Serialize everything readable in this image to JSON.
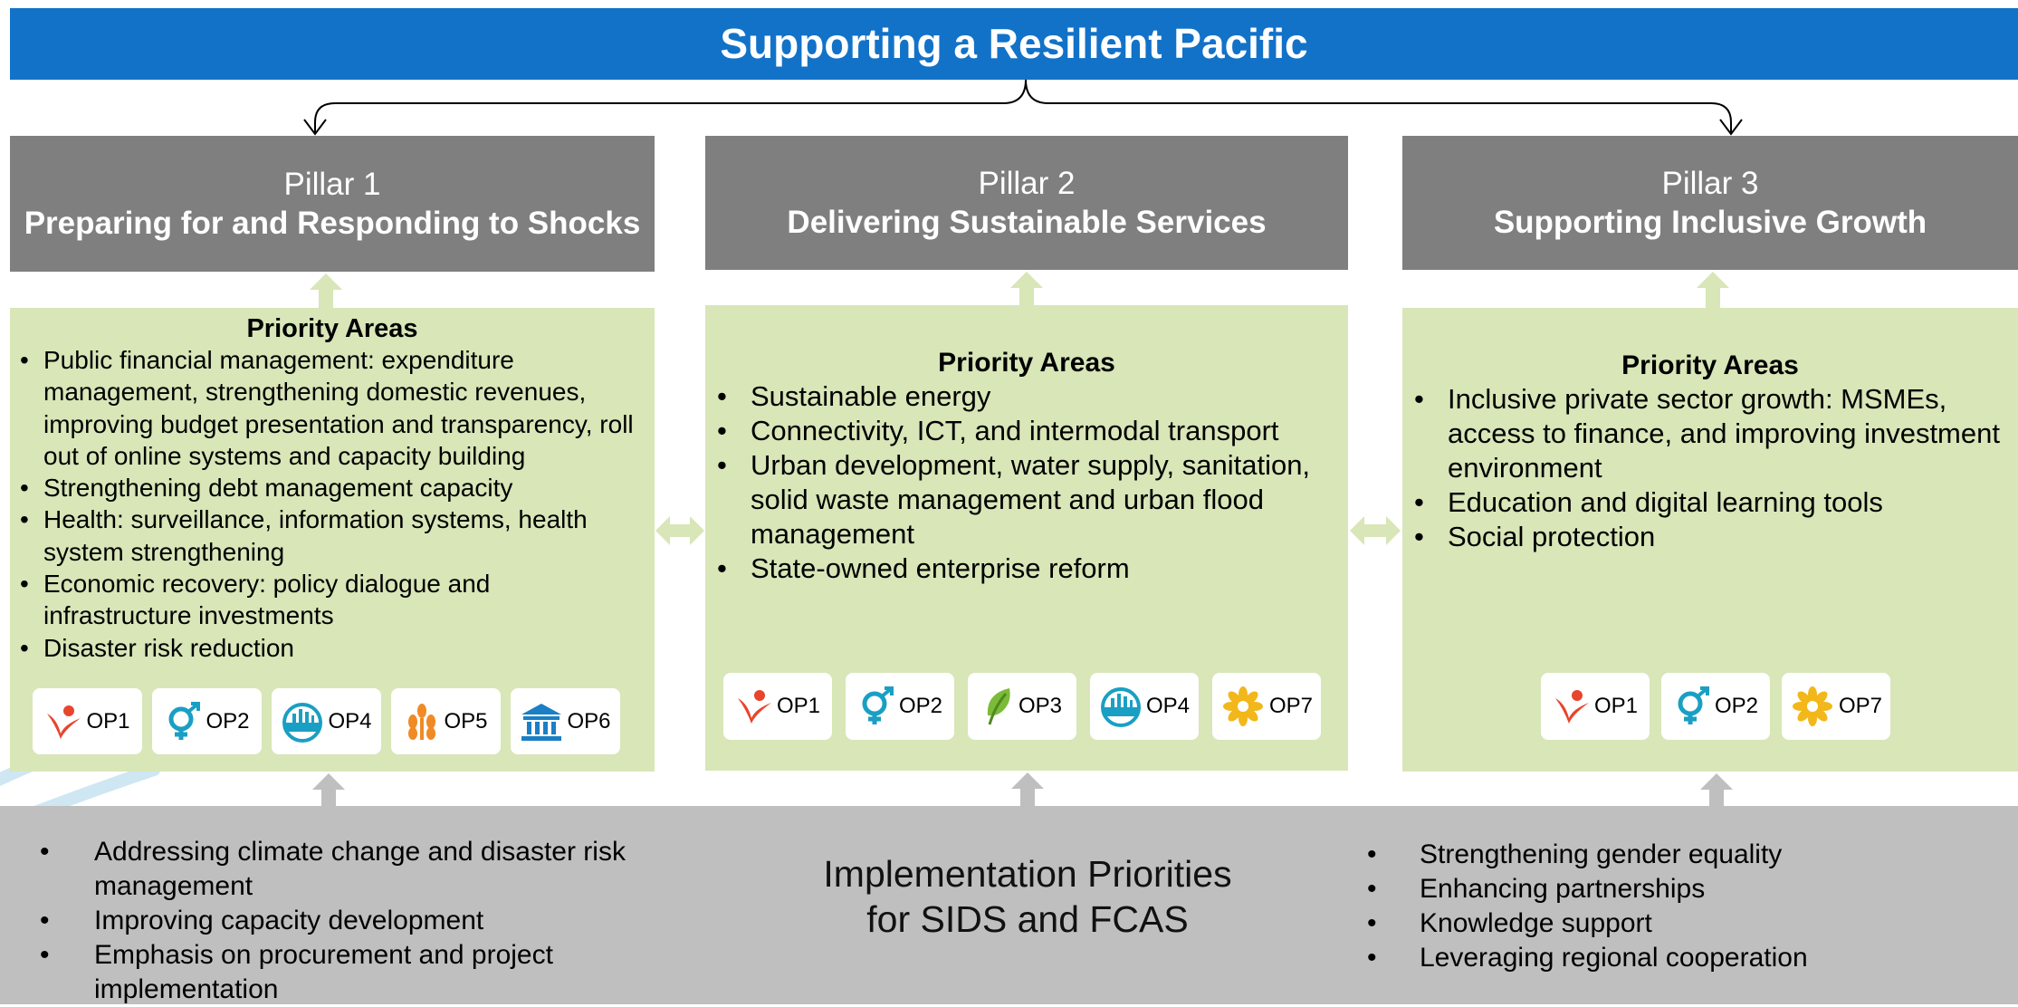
{
  "title": "Supporting a Resilient Pacific",
  "pillars": [
    {
      "number": "Pillar 1",
      "name": "Preparing for and Responding to Shocks",
      "priority_heading": "Priority Areas",
      "items": [
        "Public financial management: expenditure management, strengthening domestic revenues, improving budget presentation and transparency, roll out of online systems and capacity building",
        "Strengthening debt management capacity",
        "Health: surveillance, information systems, health system strengthening",
        "Economic recovery: policy dialogue and infrastructure investments",
        "Disaster risk reduction"
      ],
      "ops": [
        {
          "label": "OP1",
          "icon": "op1-icon"
        },
        {
          "label": "OP2",
          "icon": "op2-icon"
        },
        {
          "label": "OP4",
          "icon": "op4-icon"
        },
        {
          "label": "OP5",
          "icon": "op5-icon"
        },
        {
          "label": "OP6",
          "icon": "op6-icon"
        }
      ]
    },
    {
      "number": "Pillar 2",
      "name": "Delivering Sustainable Services",
      "priority_heading": "Priority Areas",
      "items": [
        "Sustainable energy",
        "Connectivity, ICT, and intermodal transport",
        "Urban development, water supply, sanitation, solid waste management and urban flood management",
        "State-owned enterprise reform"
      ],
      "ops": [
        {
          "label": "OP1",
          "icon": "op1-icon"
        },
        {
          "label": "OP2",
          "icon": "op2-icon"
        },
        {
          "label": "OP3",
          "icon": "op3-icon"
        },
        {
          "label": "OP4",
          "icon": "op4-icon"
        },
        {
          "label": "OP7",
          "icon": "op7-icon"
        }
      ]
    },
    {
      "number": "Pillar 3",
      "name": "Supporting Inclusive Growth",
      "priority_heading": "Priority Areas",
      "items": [
        "Inclusive private sector growth: MSMEs, access to finance, and improving investment environment",
        "Education and digital learning tools",
        "Social protection"
      ],
      "ops": [
        {
          "label": "OP1",
          "icon": "op1-icon"
        },
        {
          "label": "OP2",
          "icon": "op2-icon"
        },
        {
          "label": "OP7",
          "icon": "op7-icon"
        }
      ]
    }
  ],
  "implementation": {
    "title_line1": "Implementation Priorities",
    "title_line2": "for SIDS and FCAS",
    "left_items": [
      "Addressing climate change and disaster risk management",
      "Improving capacity development",
      "Emphasis on procurement and project implementation"
    ],
    "right_items": [
      "Strengthening gender equality",
      "Enhancing partnerships",
      "Knowledge support",
      "Leveraging regional cooperation"
    ]
  },
  "colors": {
    "title_bar": "#1272c8",
    "pillar_header": "#7f7f7f",
    "priority_box": "#d8e6b8",
    "implementation_band": "#bfbfbf",
    "op1": "#e8452c",
    "op2": "#1a9fc4",
    "op3": "#7cbb3a",
    "op4": "#1a9fc4",
    "op5": "#f08a24",
    "op6": "#1a7fc4",
    "op7": "#f2b71b"
  }
}
